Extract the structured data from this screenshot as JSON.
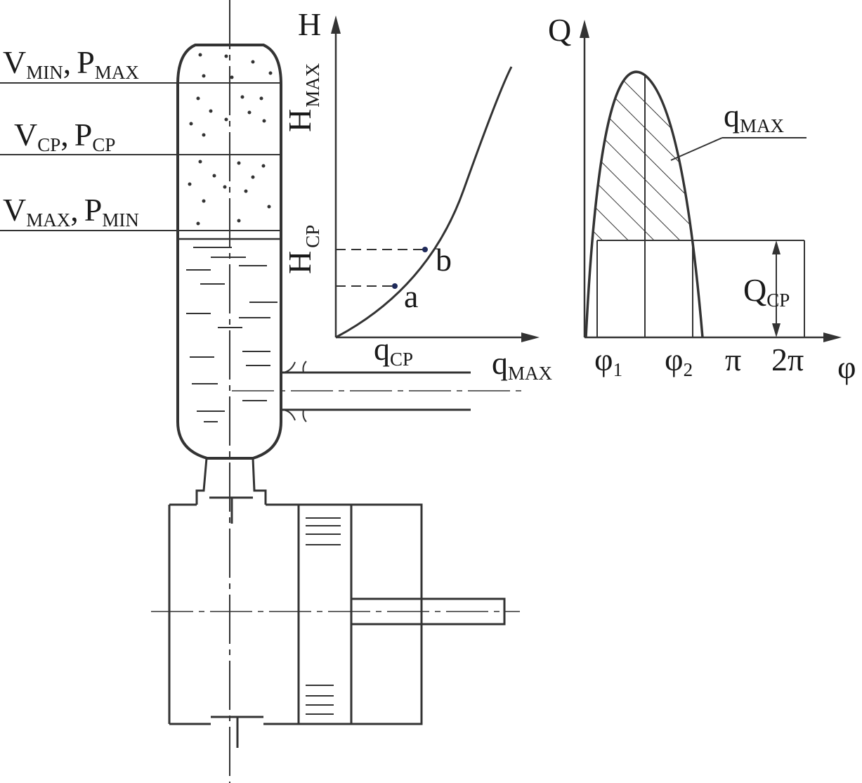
{
  "labels": {
    "level_top": {
      "v": "V",
      "v_sub": "MIN",
      "sep": ",",
      "p": "P",
      "p_sub": "MAX"
    },
    "level_mid": {
      "v": "V",
      "v_sub": "CP",
      "sep": ",",
      "p": "P",
      "p_sub": "CP"
    },
    "level_bot": {
      "v": "V",
      "v_sub": "MAX",
      "sep": ",",
      "p": "P",
      "p_sub": "MIN"
    },
    "h_max": {
      "main": "H",
      "sub": "MAX"
    },
    "h_cp": {
      "main": "H",
      "sub": "CP"
    }
  },
  "chart_hq": {
    "y_axis_label": "H",
    "q_cp": {
      "main": "q",
      "sub": "CP"
    },
    "q_max": {
      "main": "q",
      "sub": "MAX"
    },
    "point_a": "a",
    "point_b": "b"
  },
  "chart_q": {
    "y_axis_label": "Q",
    "x_axis_label": "φ",
    "q_max": {
      "main": "q",
      "sub": "MAX"
    },
    "q_cp": {
      "main": "Q",
      "sub": "CP"
    },
    "phi1": {
      "main": "φ",
      "sub": "1"
    },
    "phi2": {
      "main": "φ",
      "sub": "2"
    },
    "pi": "π",
    "two_pi": "2π"
  },
  "colors": {
    "line": "#333333",
    "point": "#1f2a5a"
  }
}
